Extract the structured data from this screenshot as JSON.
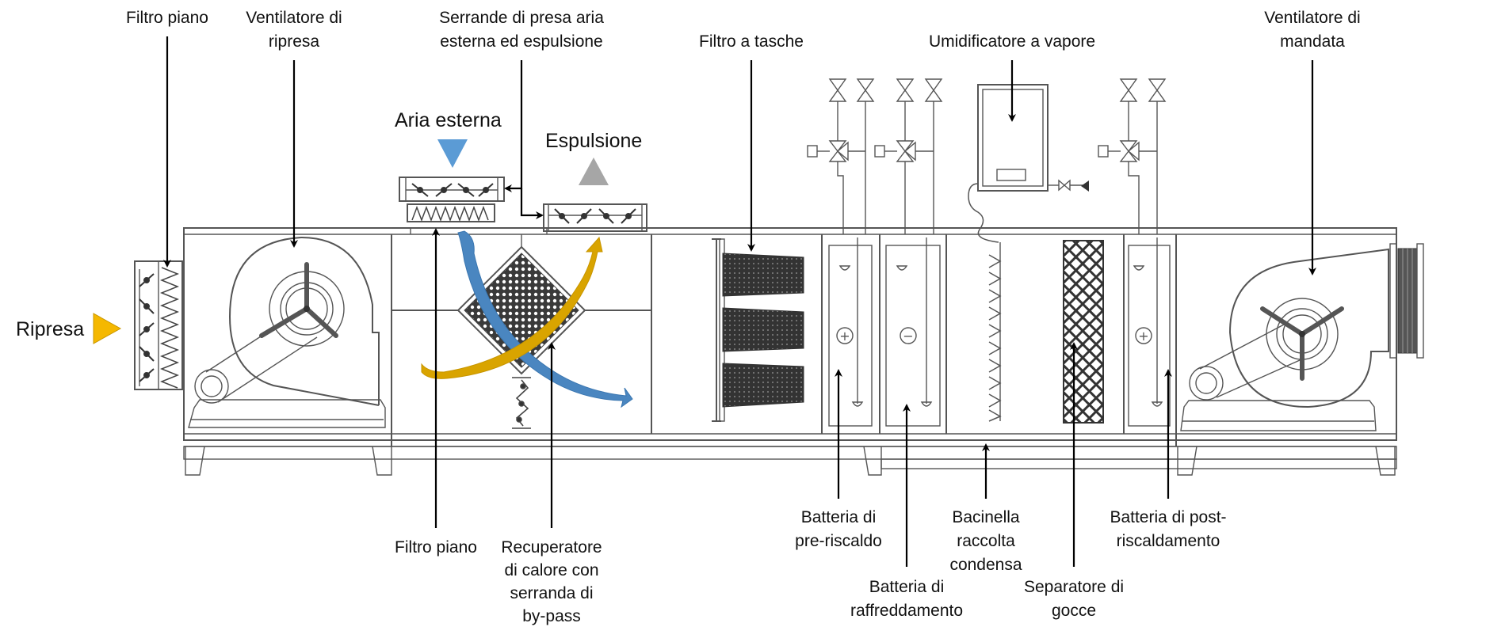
{
  "title": "Unità di trattamento aria (UTA) - schema componenti",
  "colors": {
    "outdoor_air": "#5b9bd5",
    "return_air": "#f5b800",
    "exhaust": "#a6a6a6",
    "return_flow_curve": "#d9a400",
    "outdoor_flow_curve": "#4a86c0"
  },
  "flows": {
    "ripresa": "Ripresa",
    "aria_esterna": "Aria esterna",
    "espulsione": "Espulsione"
  },
  "labels_top": {
    "filtro_piano_1": "Filtro piano",
    "ventilatore_ripresa": [
      "Ventilatore di",
      "ripresa"
    ],
    "serrande": [
      "Serrande di presa aria",
      "esterna ed espulsione"
    ],
    "filtro_tasche": "Filtro a tasche",
    "umidificatore": "Umidificatore a vapore",
    "ventilatore_mandata": [
      "Ventilatore di",
      "mandata"
    ]
  },
  "labels_bottom": {
    "filtro_piano_2": "Filtro piano",
    "recuperatore": [
      "Recuperatore",
      "di calore con",
      "serranda di",
      "by-pass"
    ],
    "batteria_preriscaldo": [
      "Batteria di",
      "pre-riscaldo"
    ],
    "batteria_raffreddamento": [
      "Batteria di",
      "raffreddamento"
    ],
    "bacinella": [
      "Bacinella",
      "raccolta",
      "condensa"
    ],
    "separatore": [
      "Separatore di",
      "gocce"
    ],
    "batteria_postriscaldamento": [
      "Batteria di post-",
      "riscaldamento"
    ]
  },
  "coil_symbols": {
    "preheat": "+",
    "cooling": "−",
    "postheat": "+"
  }
}
